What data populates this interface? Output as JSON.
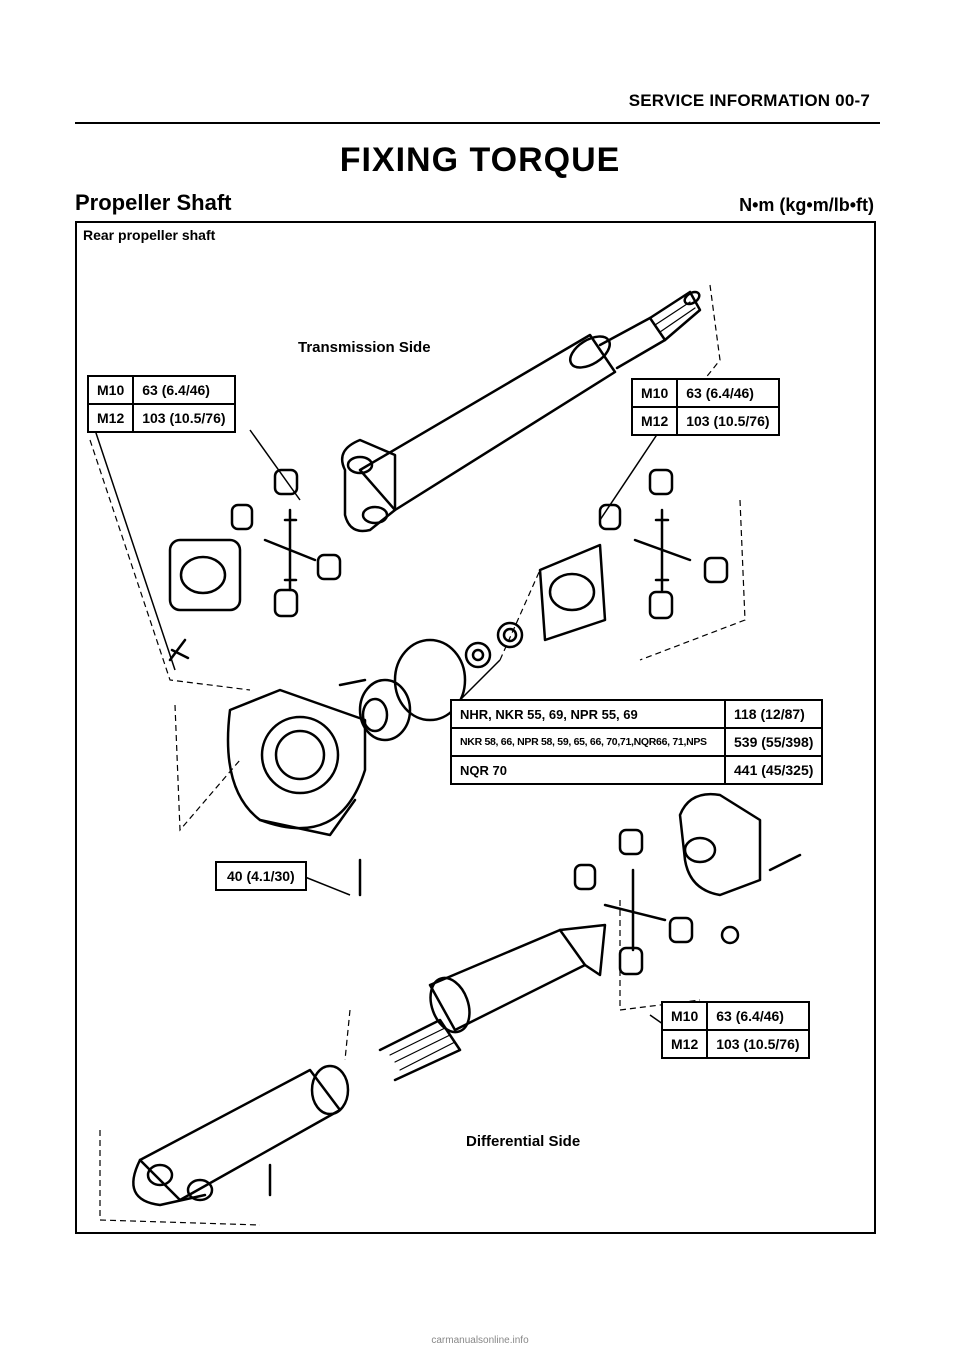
{
  "header": {
    "section": "SERVICE INFORMATION 00-7"
  },
  "title": "FIXING TORQUE",
  "section": {
    "name": "Propeller Shaft",
    "units": "N•m (kg•m/lb•ft)"
  },
  "diagram": {
    "label": "Rear propeller shaft",
    "transmission_side": "Transmission Side",
    "differential_side": "Differential Side",
    "bearing_torque": "40 (4.1/30)"
  },
  "torque_tables": {
    "left_upper": [
      {
        "size": "M10",
        "torque": "63 (6.4/46)"
      },
      {
        "size": "M12",
        "torque": "103 (10.5/76)"
      }
    ],
    "right_upper": [
      {
        "size": "M10",
        "torque": "63 (6.4/46)"
      },
      {
        "size": "M12",
        "torque": "103 (10.5/76)"
      }
    ],
    "lower_right": [
      {
        "size": "M10",
        "torque": "63 (6.4/46)"
      },
      {
        "size": "M12",
        "torque": "103 (10.5/76)"
      }
    ],
    "flange_nut": [
      {
        "models": "NHR, NKR 55, 69, NPR 55, 69",
        "torque": "118 (12/87)"
      },
      {
        "models": "NKR 58, 66, NPR 58, 59, 65, 66, 70,71,NQR66, 71,NPS",
        "torque": "539 (55/398)"
      },
      {
        "models": "NQR 70",
        "torque": "441 (45/325)"
      }
    ]
  },
  "footer": {
    "watermark": "carmanualsonline.info"
  }
}
